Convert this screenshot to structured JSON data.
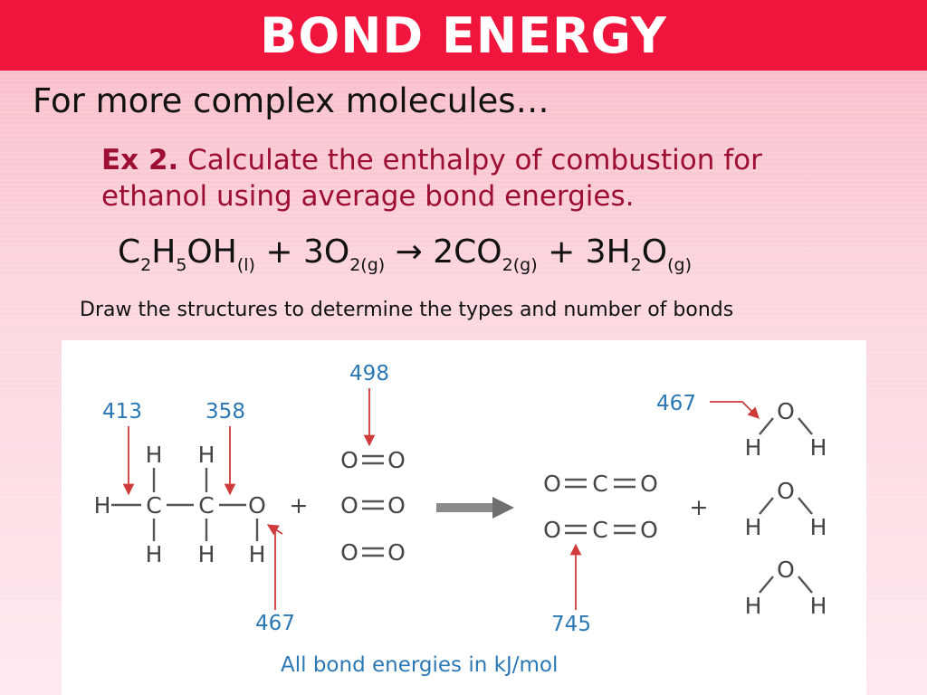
{
  "slide": {
    "title": "BOND ENERGY",
    "subtitle": "For more complex molecules…",
    "example_label": "Ex 2.",
    "example_text": " Calculate the enthalpy of combustion for ethanol using average bond energies.",
    "equation": {
      "c": "C",
      "c_sub": "2",
      "h": "H",
      "h_sub": "5",
      "oh": "OH",
      "state1": "(l)",
      "plus1": " + 3O",
      "o2_sub": "2(g)",
      "arrow": " → 2CO",
      "co2_sub": "2(g)",
      "plus2": " + 3H",
      "h2_sub": "2",
      "o": "O",
      "state2": "(g)"
    },
    "instruction": "Draw the structures to determine the types and number of bonds"
  },
  "figure": {
    "atoms": {
      "h": "H",
      "c": "C",
      "o": "O",
      "plus": "+"
    },
    "energies": {
      "ch": "413",
      "co_single": "358",
      "oo_double": "498",
      "oh_ethanol": "467",
      "oh_water": "467",
      "co_double": "745"
    },
    "caption": "All bond energies in kJ/mol",
    "colors": {
      "energy_text": "#2b78b5",
      "annotation_arrow": "#cf3a3a",
      "title_bar": "#f0153c",
      "example_text": "#9c0f33"
    }
  }
}
